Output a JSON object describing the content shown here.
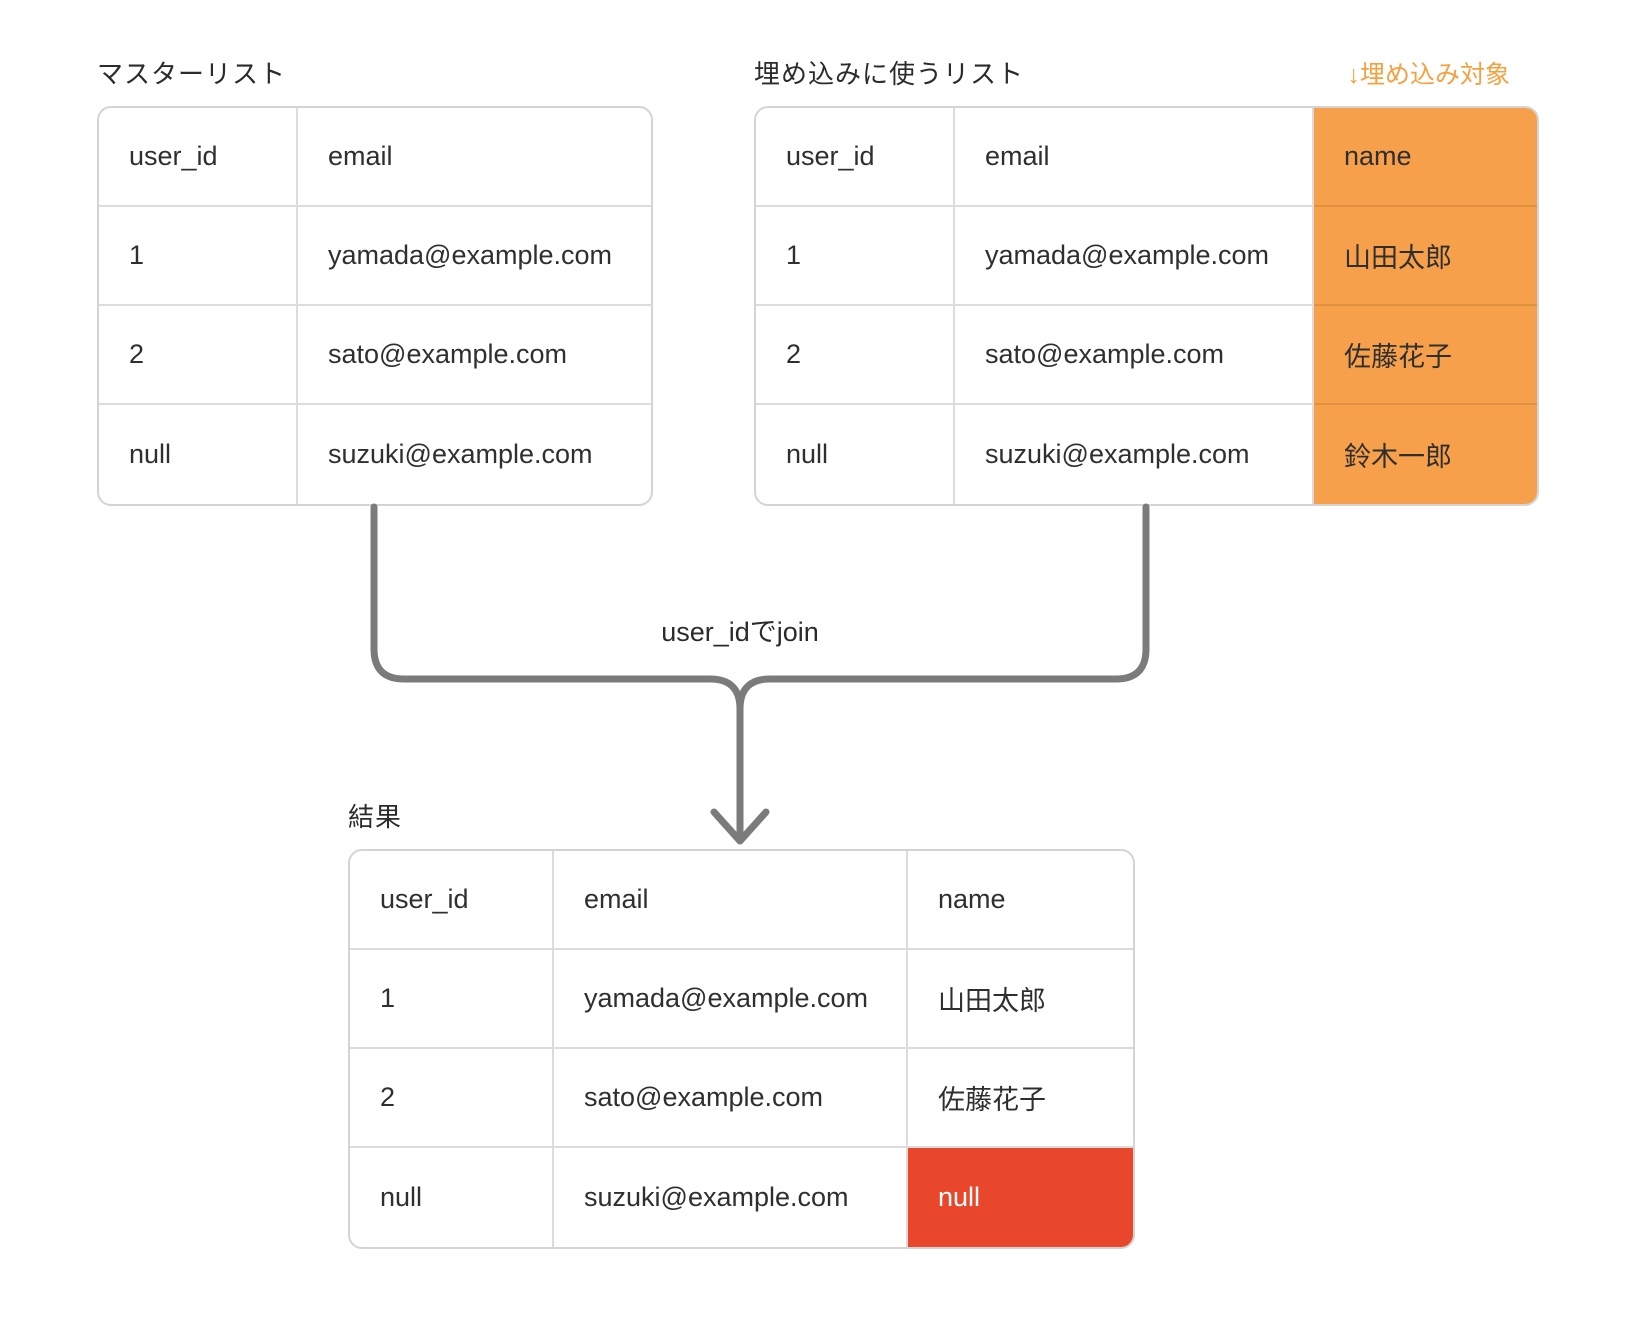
{
  "diagram": {
    "master": {
      "title": "マスターリスト",
      "headers": [
        "user_id",
        "email"
      ],
      "rows": [
        [
          "1",
          "yamada@example.com"
        ],
        [
          "2",
          "sato@example.com"
        ],
        [
          "null",
          "suzuki@example.com"
        ]
      ]
    },
    "embed": {
      "title": "埋め込みに使うリスト",
      "badge": "↓埋め込み対象",
      "headers": [
        "user_id",
        "email",
        "name"
      ],
      "rows": [
        [
          "1",
          "yamada@example.com",
          "山田太郎"
        ],
        [
          "2",
          "sato@example.com",
          "佐藤花子"
        ],
        [
          "null",
          "suzuki@example.com",
          "鈴木一郎"
        ]
      ]
    },
    "result": {
      "title": "結果",
      "headers": [
        "user_id",
        "email",
        "name"
      ],
      "rows": [
        [
          "1",
          "yamada@example.com",
          "山田太郎"
        ],
        [
          "2",
          "sato@example.com",
          "佐藤花子"
        ],
        [
          "null",
          "suzuki@example.com",
          "null"
        ]
      ]
    },
    "arrow_label": "user_idでjoin",
    "colors": {
      "highlight_orange": "#f7a04b",
      "error_red": "#e8472b",
      "border_gray": "#d4d4d4",
      "arrow_gray": "#7b7b7b",
      "text_dark": "#2f2f2f"
    }
  }
}
